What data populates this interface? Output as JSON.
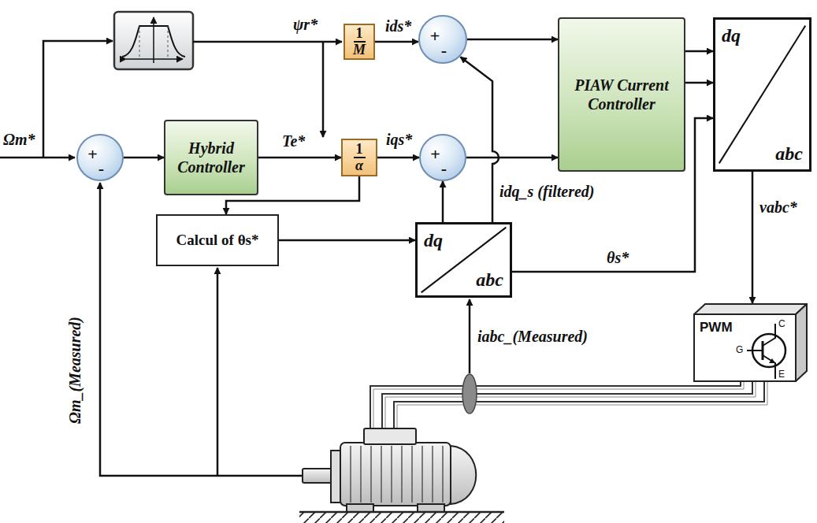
{
  "diagram": {
    "nodes": [
      {
        "text": [
          "1",
          "M"
        ]
      },
      {
        "text": [
          "+",
          "-"
        ]
      },
      {
        "text": [
          "PIAW Current Controller"
        ]
      },
      {
        "text": [
          "dq",
          "abc"
        ]
      },
      {
        "text": [
          "+",
          "-"
        ]
      },
      {
        "text": [
          "Hybrid Controller"
        ]
      },
      {
        "text": [
          "1",
          "α"
        ]
      },
      {
        "text": [
          "+",
          "-"
        ]
      },
      {
        "text": [
          "Calcul of θs*"
        ]
      },
      {
        "text": [
          "dq",
          "abc"
        ]
      },
      {
        "text": [
          "PWM",
          "C",
          "G",
          "E"
        ]
      }
    ],
    "edges": [
      {
        "from": 0,
        "to": 1,
        "arrow": "to",
        "label": "ids*"
      },
      {
        "from": 1,
        "to": 2,
        "arrow": "to"
      },
      {
        "from": 2,
        "to": 3,
        "arrow": "to"
      },
      {
        "from": 2,
        "to": 3,
        "arrow": "to"
      },
      {
        "from": 4,
        "to": 5,
        "arrow": "to"
      },
      {
        "from": 5,
        "to": 6,
        "arrow": "to",
        "label": "Te*"
      },
      {
        "from": 6,
        "to": 7,
        "arrow": "to",
        "label": "iqs*"
      },
      {
        "from": 7,
        "to": 2,
        "arrow": "to"
      },
      {
        "from": 6,
        "to": 8,
        "arrow": "to"
      },
      {
        "from": 8,
        "to": 9,
        "arrow": "to"
      },
      {
        "from": 9,
        "to": 7,
        "arrow": "to"
      },
      {
        "from": 9,
        "to": 1,
        "arrow": "to"
      },
      {
        "from": 9,
        "to": 3,
        "arrow": "to",
        "label": "θs*"
      },
      {
        "from": 3,
        "to": 10,
        "arrow": "to",
        "label": "vabc*"
      }
    ],
    "labels": [
      "Ωm*",
      "ψr*",
      "idq_s (filtered)",
      "iabc_(Measured)",
      "Ωm_(Measured)"
    ]
  }
}
